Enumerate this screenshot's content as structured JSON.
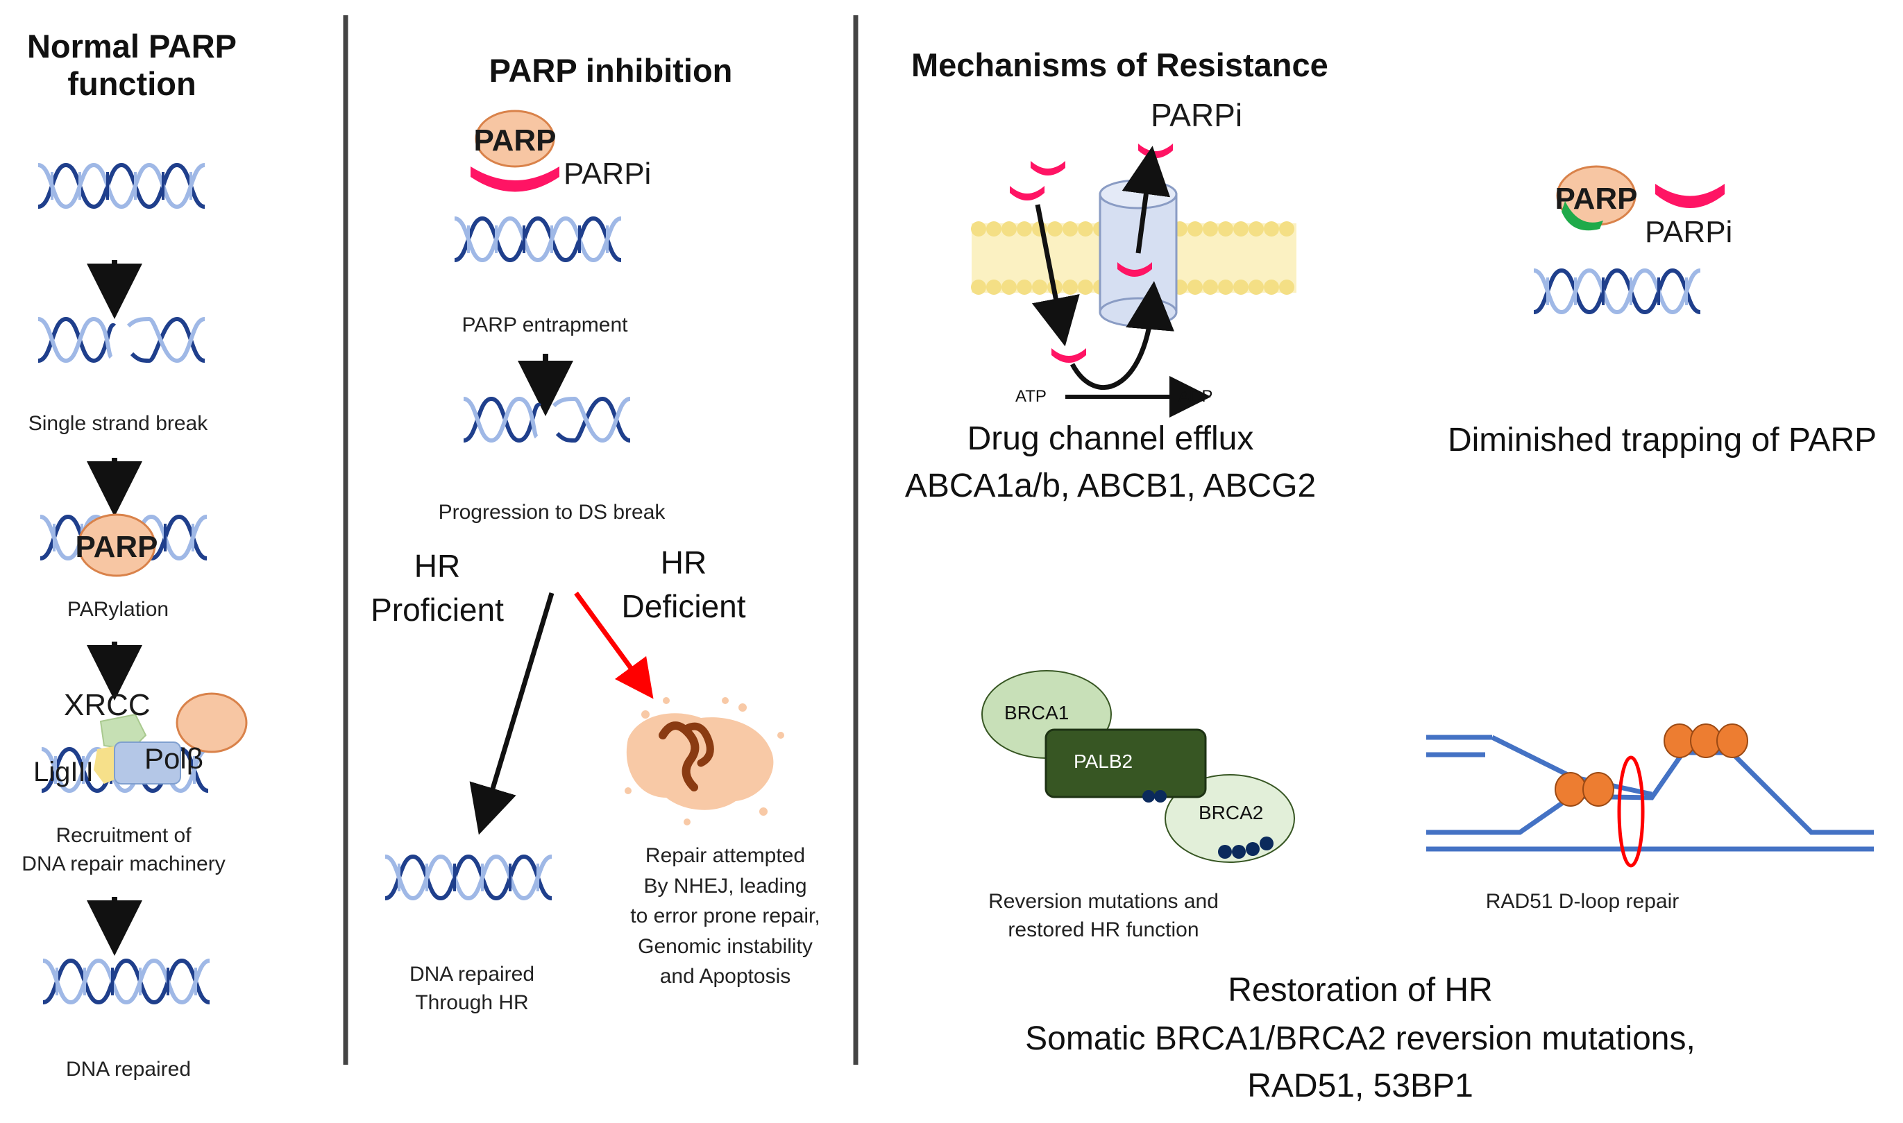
{
  "panels": {
    "normal": {
      "title_line1": "Normal PARP",
      "title_line2": "function",
      "steps": {
        "ssb": "Single strand break",
        "parylation": "PARylation",
        "recruit_line1": "Recruitment of",
        "recruit_line2": "DNA repair machinery",
        "repaired": "DNA repaired"
      },
      "proteins": {
        "parp": "PARP",
        "xrcc": "XRCC",
        "ligiii": "LigIII",
        "polb": "Polβ"
      }
    },
    "inhibition": {
      "title": "PARP inhibition",
      "parp": "PARP",
      "parpi": "PARPi",
      "entrapment": "PARP entrapment",
      "ds_break": "Progression to DS break",
      "hr_prof_line1": "HR",
      "hr_prof_line2": "Proficient",
      "hr_def_line1": "HR",
      "hr_def_line2": "Deficient",
      "repaired_line1": "DNA repaired",
      "repaired_line2": "Through HR",
      "nhej_line1": "Repair attempted",
      "nhej_line2": "By NHEJ, leading",
      "nhej_line3": "to error  prone repair,",
      "nhej_line4": "Genomic instability",
      "nhej_line5": "and  Apoptosis"
    },
    "resistance": {
      "title": "Mechanisms of Resistance",
      "parpi_top": "PARPi",
      "atp": "ATP",
      "adp": "ADP",
      "efflux": "Drug channel efflux",
      "efflux_genes": "ABCA1a/b, ABCB1, ABCG2",
      "trap_parp": "PARP",
      "trap_parpi": "PARPi",
      "diminished": "Diminished trapping of PARP",
      "brca1": "BRCA1",
      "palb2": "PALB2",
      "brca2": "BRCA2",
      "reversion_line1": "Reversion mutations and",
      "reversion_line2": "restored HR function",
      "rad51": "RAD51 D-loop repair",
      "restoration": "Restoration of HR",
      "restoration_line1": "Somatic BRCA1/BRCA2 reversion mutations,",
      "restoration_line2": "RAD51, 53BP1"
    }
  },
  "colors": {
    "accent_red": "#ff0000",
    "inhibitor_pink": "#ff1464",
    "parp_fill": "#f7c6a3",
    "parp_stroke": "#d9824a",
    "dna_dark": "#1f3f8c",
    "dna_light": "#9fb8e6",
    "membrane": "#f4df85",
    "palb2": "#375623",
    "brca_fill": "#c8e0b8",
    "dloop_blue": "#4472c4",
    "bead_orange": "#ed7d31"
  }
}
